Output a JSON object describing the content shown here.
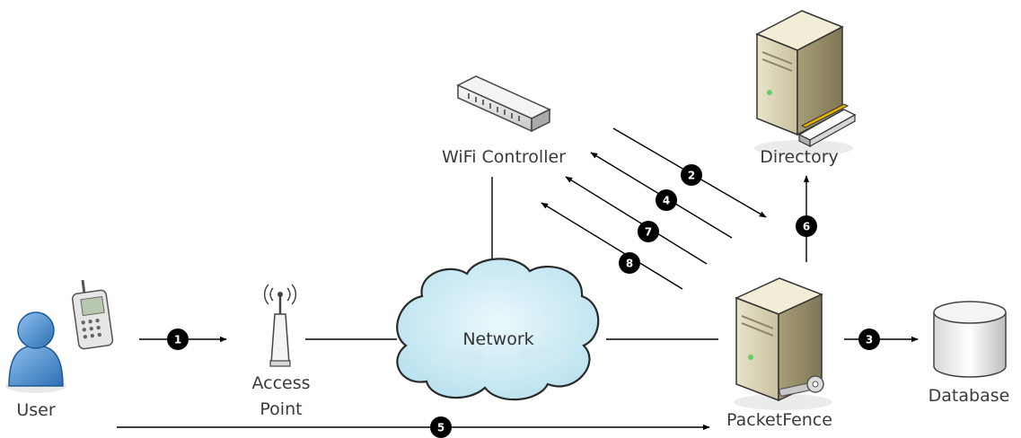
{
  "nodes": {
    "user": "User",
    "access_point_line1": "Access",
    "access_point_line2": "Point",
    "network": "Network",
    "wifi_controller": "WiFi Controller",
    "directory": "Directory",
    "packetfence": "PacketFence",
    "database": "Database"
  },
  "steps": [
    "1",
    "2",
    "3",
    "4",
    "5",
    "6",
    "7",
    "8"
  ],
  "icons": {
    "user": "user-icon",
    "phone": "mobile-phone-icon",
    "access_point": "access-point-icon",
    "network": "network-cloud-icon",
    "wifi_controller": "wifi-controller-switch-icon",
    "directory": "directory-server-icon",
    "packetfence": "packetfence-server-icon",
    "database": "database-icon"
  }
}
